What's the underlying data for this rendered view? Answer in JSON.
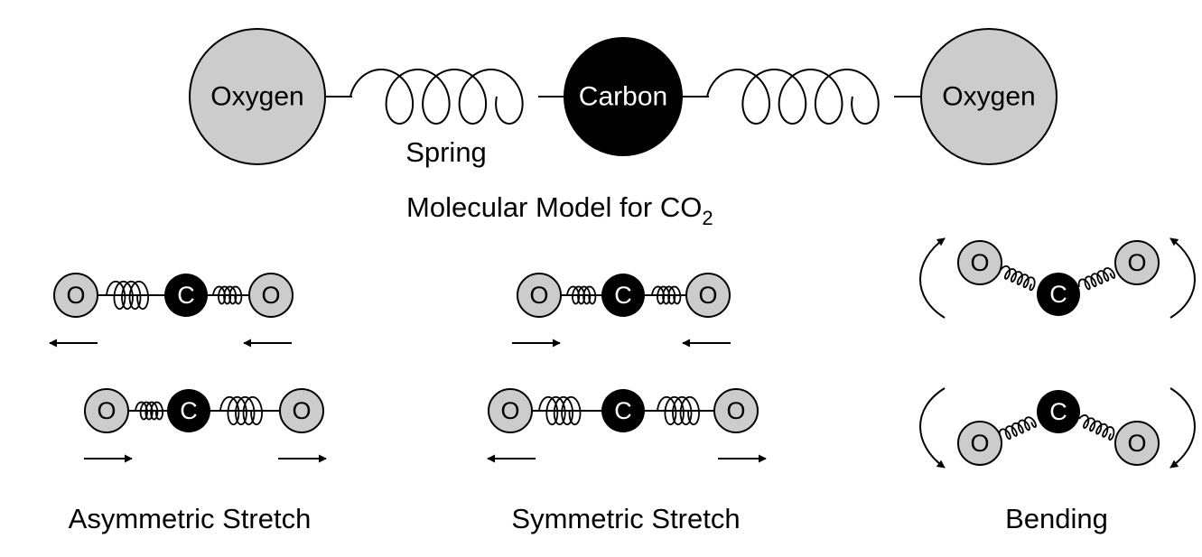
{
  "top_model": {
    "left_atom": "Oxygen",
    "center_atom": "Carbon",
    "right_atom": "Oxygen",
    "spring_label": "Spring",
    "caption": "Molecular Model for CO",
    "caption_subscript": "2"
  },
  "atom_symbols": {
    "oxygen": "O",
    "carbon": "C"
  },
  "modes": {
    "asymmetric": {
      "title": "Asymmetric Stretch"
    },
    "symmetric": {
      "title": "Symmetric Stretch"
    },
    "bending": {
      "title": "Bending"
    }
  },
  "colors": {
    "oxygen_fill": "#cccccc",
    "carbon_fill": "#000000",
    "line": "#000000"
  }
}
